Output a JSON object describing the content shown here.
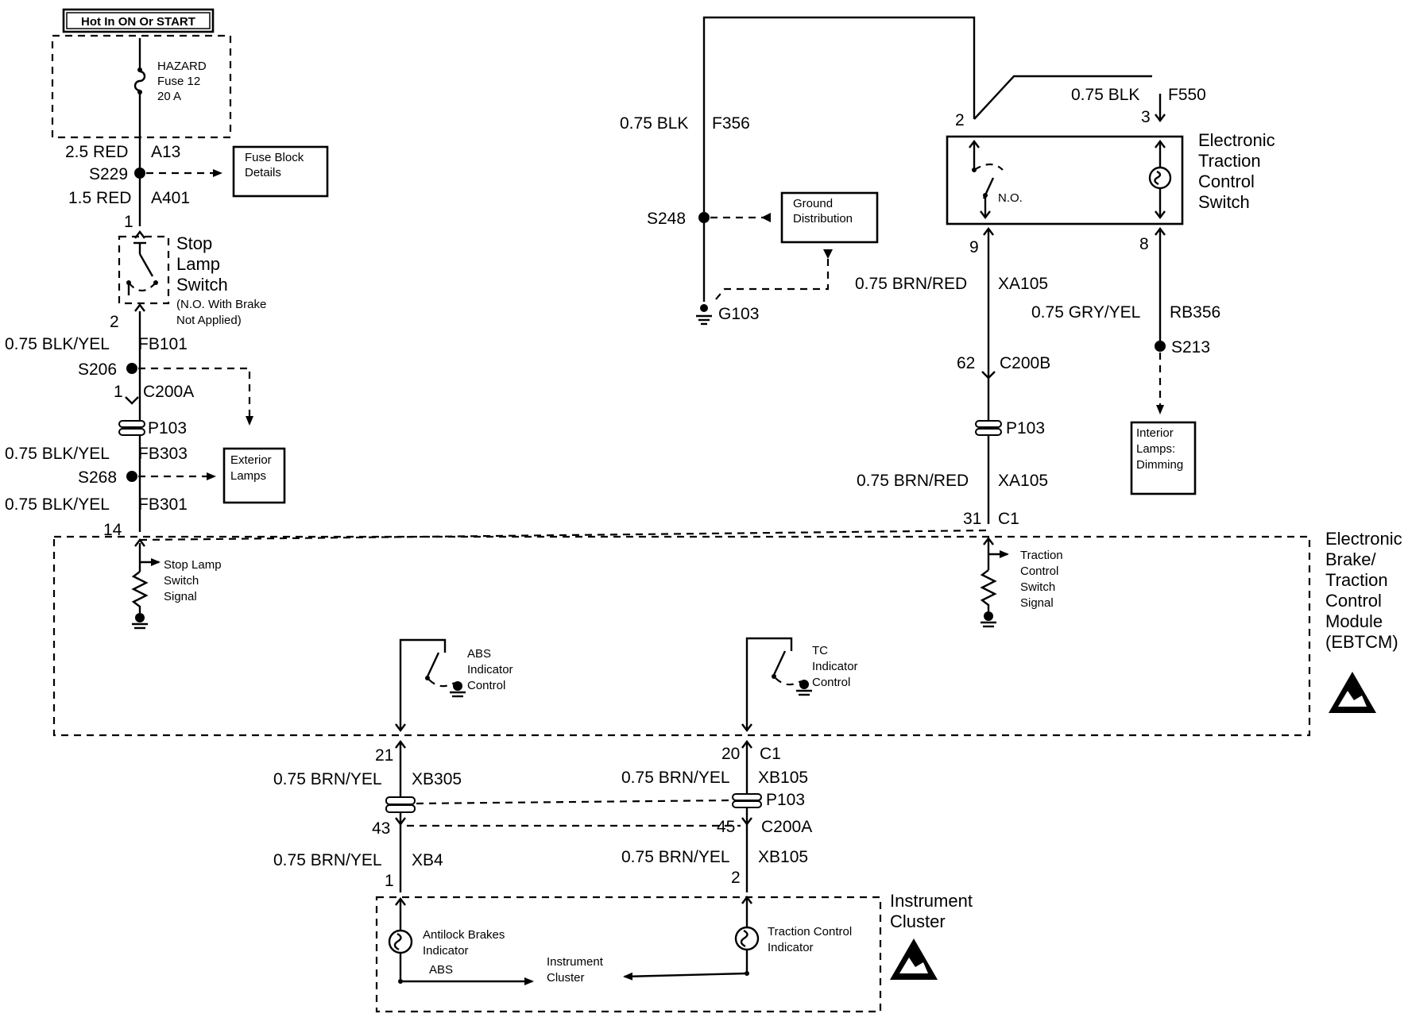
{
  "header": {
    "hot_in": "Hot In ON Or START"
  },
  "fuse": {
    "name": "HAZARD",
    "number": "Fuse 12",
    "rating": "20 A"
  },
  "left_wires": {
    "w_a13": {
      "gauge": "2.5 RED",
      "circuit": "A13"
    },
    "s229": "S229",
    "w_a401": {
      "gauge": "1.5 RED",
      "circuit": "A401"
    },
    "pin1": "1",
    "pin2": "2",
    "w_fb101": {
      "gauge": "0.75 BLK/YEL",
      "circuit": "FB101"
    },
    "s206": "S206",
    "c200a_pin": "1",
    "c200a": "C200A",
    "p103": "P103",
    "w_fb303": {
      "gauge": "0.75 BLK/YEL",
      "circuit": "FB303"
    },
    "s268": "S268",
    "w_fb301": {
      "gauge": "0.75 BLK/YEL",
      "circuit": "FB301"
    },
    "pin14": "14"
  },
  "fuse_block_details": [
    "Fuse Block",
    "Details"
  ],
  "stop_lamp_switch": {
    "lines": [
      "Stop",
      "Lamp",
      "Switch"
    ],
    "note": [
      "(N.O. With Brake",
      "Not Applied)"
    ]
  },
  "exterior_lamps": [
    "Exterior",
    "Lamps"
  ],
  "ground": {
    "f356": {
      "gauge": "0.75 BLK",
      "circuit": "F356"
    },
    "s248": "S248",
    "g103": "G103",
    "distribution": [
      "Ground",
      "Distribution"
    ]
  },
  "tcs_switch": {
    "title": [
      "Electronic",
      "Traction",
      "Control",
      "Switch"
    ],
    "pin2": "2",
    "pin3": "3",
    "pin9": "9",
    "pin8": "8",
    "no": "N.O.",
    "f550": {
      "gauge": "0.75 BLK",
      "circuit": "F550"
    }
  },
  "right_wires": {
    "w_xa105_top": {
      "gauge": "0.75 BRN/RED",
      "circuit": "XA105"
    },
    "w_rb356": {
      "gauge": "0.75 GRY/YEL",
      "circuit": "RB356"
    },
    "s213": "S213",
    "pin62": "62",
    "c200b": "C200B",
    "p103": "P103",
    "w_xa105_bot": {
      "gauge": "0.75 BRN/RED",
      "circuit": "XA105"
    },
    "pin31": "31",
    "c1": "C1"
  },
  "interior_lamps": [
    "Interior",
    "Lamps:",
    "Dimming"
  ],
  "ebtcm": {
    "title": [
      "Electronic",
      "Brake/",
      "Traction",
      "Control",
      "Module",
      "(EBTCM)"
    ],
    "stop_signal": [
      "Stop Lamp",
      "Switch",
      "Signal"
    ],
    "tc_signal": [
      "Traction",
      "Control",
      "Switch",
      "Signal"
    ],
    "abs_ctrl": [
      "ABS",
      "Indicator",
      "Control"
    ],
    "tc_ctrl": [
      "TC",
      "Indicator",
      "Control"
    ]
  },
  "lower_wires": {
    "pin21": "21",
    "pin20": "20",
    "c1": "C1",
    "w_xb305": {
      "gauge": "0.75 BRN/YEL",
      "circuit": "XB305"
    },
    "w_xb105_top": {
      "gauge": "0.75 BRN/YEL",
      "circuit": "XB105"
    },
    "p103": "P103",
    "pin43": "43",
    "pin45": "45",
    "c200a": "C200A",
    "w_xb4": {
      "gauge": "0.75 BRN/YEL",
      "circuit": "XB4"
    },
    "w_xb105_bot": {
      "gauge": "0.75 BRN/YEL",
      "circuit": "XB105"
    },
    "pin1": "1",
    "pin2": "2"
  },
  "instrument_cluster": {
    "title": [
      "Instrument",
      "Cluster"
    ],
    "abs_indicator": [
      "Antilock Brakes",
      "Indicator"
    ],
    "tc_indicator": [
      "Traction Control",
      "Indicator"
    ],
    "abs": "ABS",
    "cluster": [
      "Instrument",
      "Cluster"
    ]
  }
}
